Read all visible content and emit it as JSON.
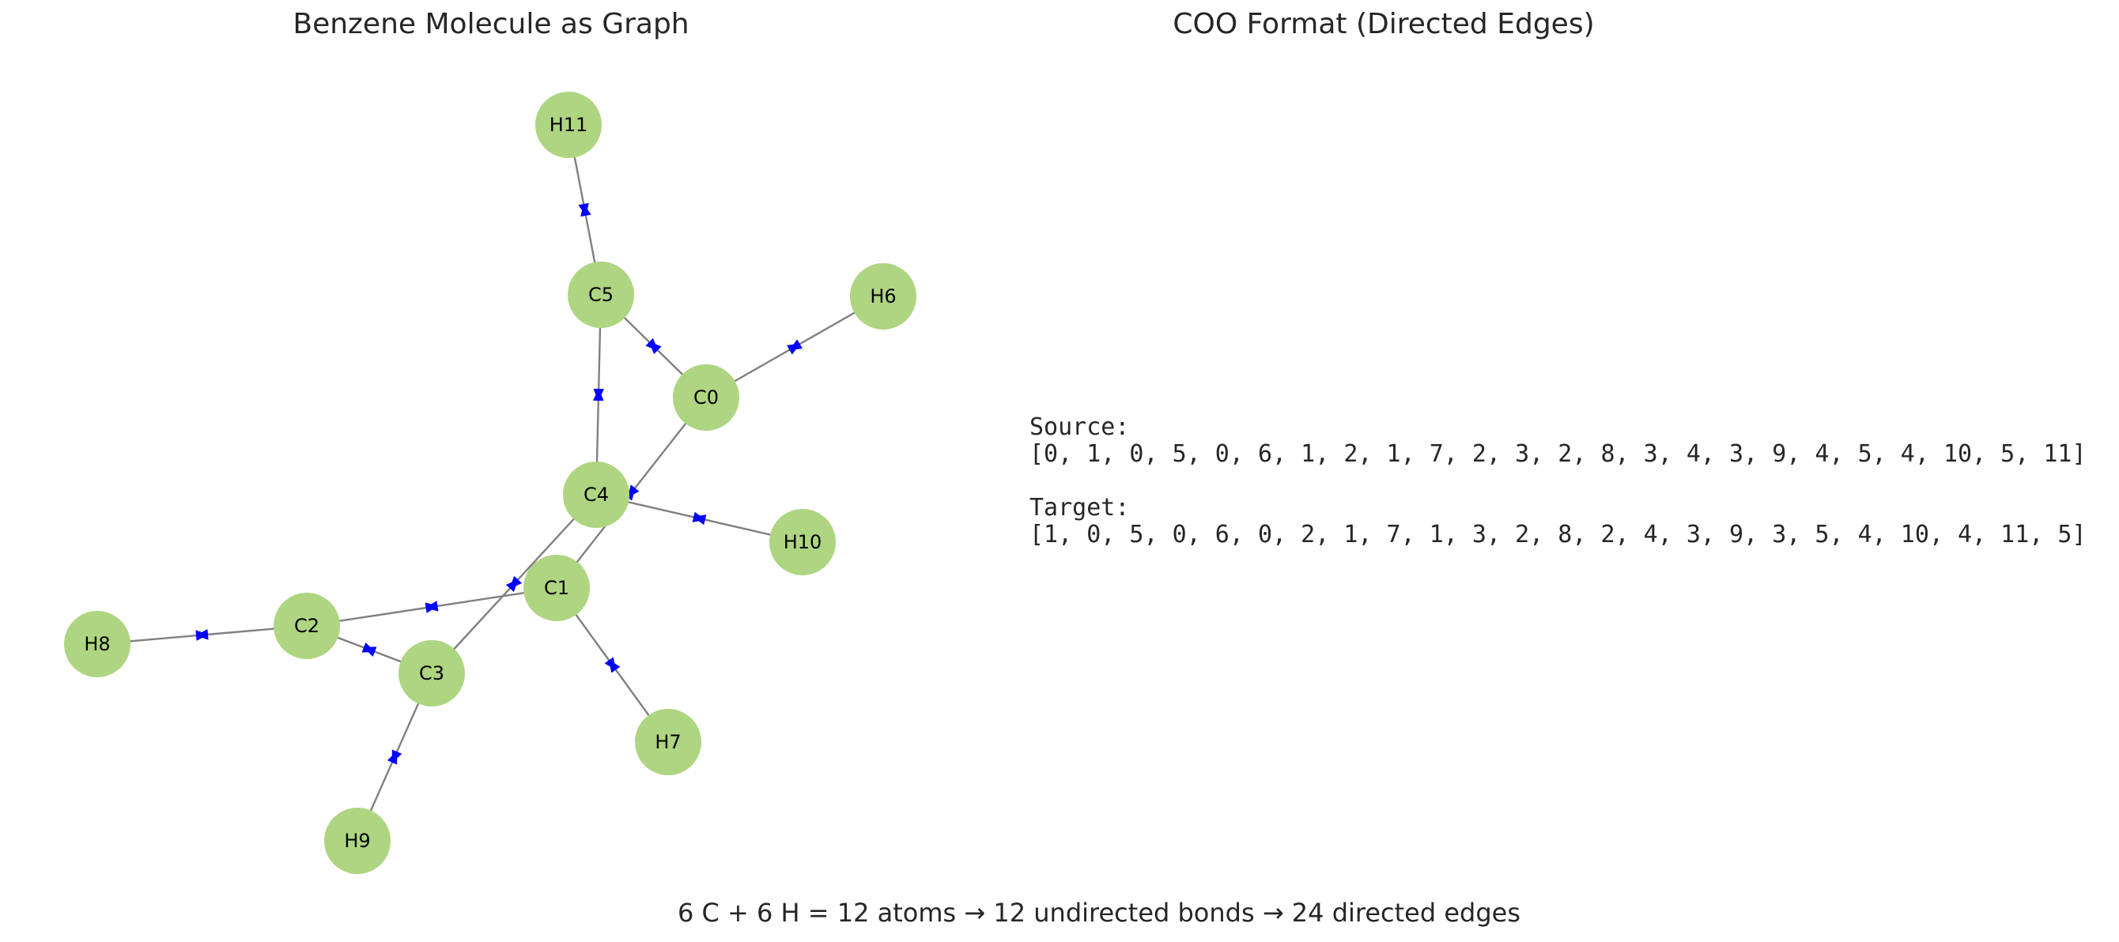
{
  "titles": {
    "graph": "Benzene Molecule as Graph",
    "coo": "COO Format (Directed Edges)"
  },
  "graph": {
    "node_color": "#aed581",
    "edge_color": "#808080",
    "arrow_color": "#0000ff",
    "nodes": [
      {
        "id": 0,
        "label": "C0"
      },
      {
        "id": 1,
        "label": "C1"
      },
      {
        "id": 2,
        "label": "C2"
      },
      {
        "id": 3,
        "label": "C3"
      },
      {
        "id": 4,
        "label": "C4"
      },
      {
        "id": 5,
        "label": "C5"
      },
      {
        "id": 6,
        "label": "H6"
      },
      {
        "id": 7,
        "label": "H7"
      },
      {
        "id": 8,
        "label": "H8"
      },
      {
        "id": 9,
        "label": "H9"
      },
      {
        "id": 10,
        "label": "H10"
      },
      {
        "id": 11,
        "label": "H11"
      }
    ],
    "bonds": [
      [
        0,
        1
      ],
      [
        0,
        5
      ],
      [
        0,
        6
      ],
      [
        1,
        2
      ],
      [
        1,
        7
      ],
      [
        2,
        3
      ],
      [
        2,
        8
      ],
      [
        3,
        4
      ],
      [
        3,
        9
      ],
      [
        4,
        5
      ],
      [
        4,
        10
      ],
      [
        5,
        11
      ]
    ]
  },
  "coo": {
    "source_label": "Source:",
    "source": [
      0,
      1,
      0,
      5,
      0,
      6,
      1,
      2,
      1,
      7,
      2,
      3,
      2,
      8,
      3,
      4,
      3,
      9,
      4,
      5,
      4,
      10,
      5,
      11
    ],
    "target_label": "Target:",
    "target": [
      1,
      0,
      5,
      0,
      6,
      0,
      2,
      1,
      7,
      1,
      3,
      2,
      8,
      2,
      4,
      3,
      9,
      3,
      5,
      4,
      10,
      4,
      11,
      5
    ]
  },
  "caption": "6 C + 6 H = 12 atoms → 12 undirected bonds → 24 directed edges"
}
